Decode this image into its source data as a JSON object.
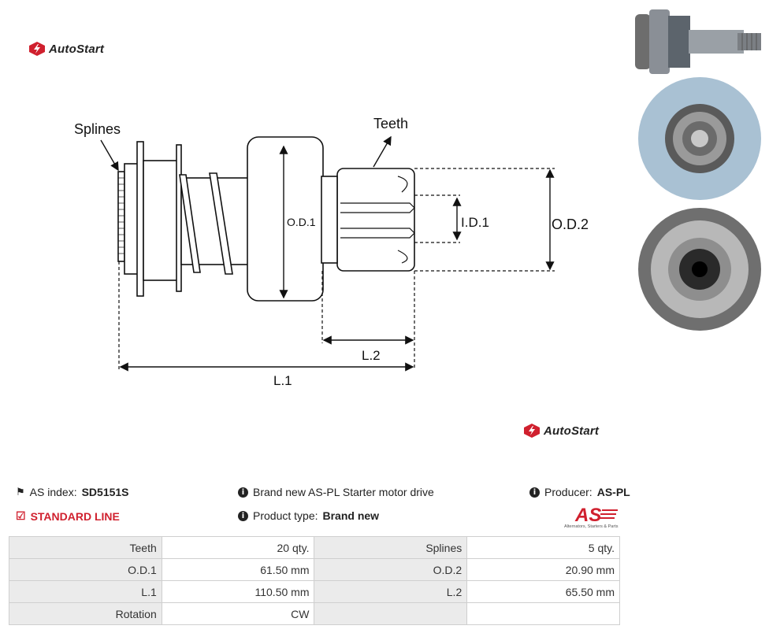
{
  "brand": {
    "logo_text": "AutoStart",
    "accent": "#d0202e"
  },
  "drawing": {
    "labels": {
      "splines": "Splines",
      "teeth": "Teeth",
      "od1": "O.D.1",
      "id1": "I.D.1",
      "od2": "O.D.2",
      "l2": "L.2",
      "l1": "L.1"
    }
  },
  "photos": [
    "side-view-photo",
    "front-view-photo",
    "back-view-photo"
  ],
  "info": {
    "as_index_label": "AS index:",
    "as_index_value": "SD5151S",
    "standard_line": "STANDARD LINE",
    "description": "Brand new AS-PL Starter motor drive",
    "product_type_label": "Product type:",
    "product_type_value": "Brand new",
    "producer_label": "Producer:",
    "producer_value": "AS-PL",
    "as_logo_text": "AS",
    "as_logo_tagline": "Alternators, Starters & Parts"
  },
  "specs": {
    "rows": [
      [
        {
          "k": "Teeth",
          "v": "20 qty."
        },
        {
          "k": "Splines",
          "v": "5 qty."
        }
      ],
      [
        {
          "k": "O.D.1",
          "v": "61.50 mm"
        },
        {
          "k": "O.D.2",
          "v": "20.90 mm"
        }
      ],
      [
        {
          "k": "L.1",
          "v": "110.50 mm"
        },
        {
          "k": "L.2",
          "v": "65.50 mm"
        }
      ],
      [
        {
          "k": "Rotation",
          "v": "CW"
        },
        {
          "k": "",
          "v": ""
        }
      ]
    ]
  }
}
